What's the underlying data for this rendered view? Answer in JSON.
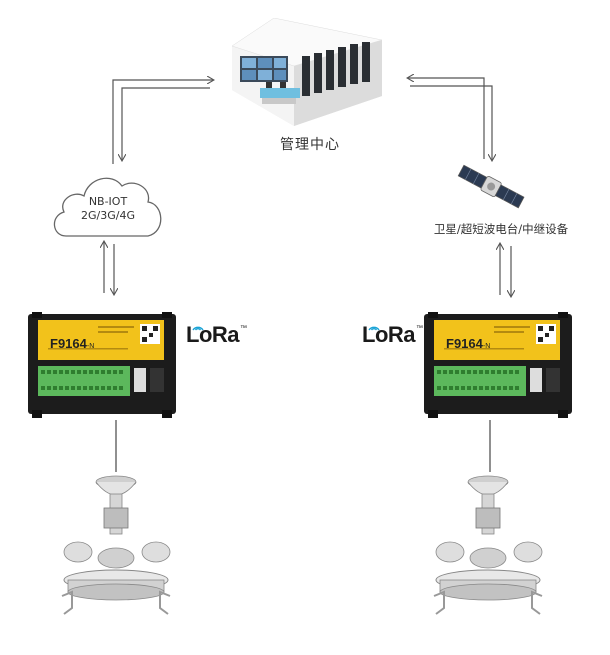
{
  "center": {
    "label": "管理中心"
  },
  "network": {
    "line1": "NB-IOT",
    "line2": "2G/3G/4G"
  },
  "satellite": {
    "label": "卫星/超短波电台/中继设备"
  },
  "devices": [
    {
      "model": "F9164",
      "suffix": "-N"
    },
    {
      "model": "F9164",
      "suffix": "-N"
    }
  ],
  "lora": {
    "text": "LoRa",
    "tm": "™"
  },
  "colors": {
    "line": "#555555",
    "device_body": "#1c1c1c",
    "device_label": "#f2c21b",
    "terminal": "#5cb85c",
    "lora_wave": "#19a3d6"
  }
}
